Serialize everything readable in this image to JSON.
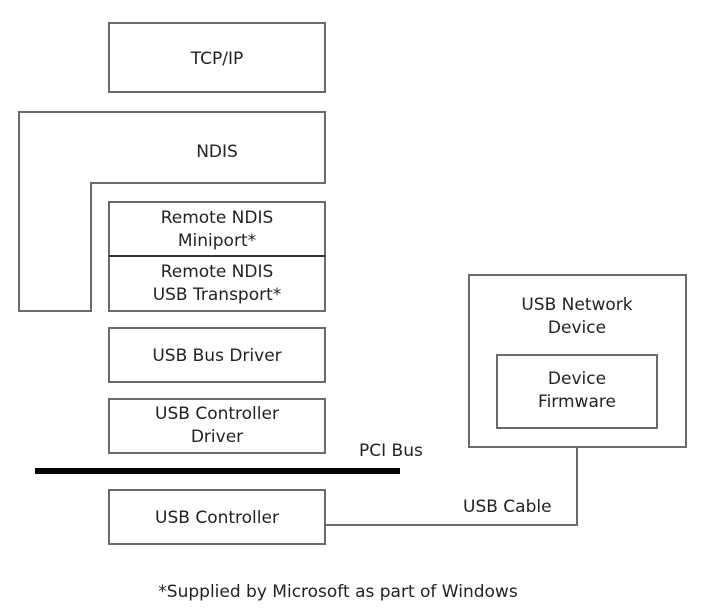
{
  "diagram": {
    "tcpip": "TCP/IP",
    "ndis": "NDIS",
    "rndis_miniport": [
      "Remote NDIS",
      "Miniport*"
    ],
    "rndis_usb_transport": [
      "Remote NDIS",
      "USB Transport*"
    ],
    "usb_bus_driver": "USB Bus Driver",
    "usb_controller_driver": [
      "USB Controller",
      "Driver"
    ],
    "pci_bus": "PCI Bus",
    "usb_controller": "USB Controller",
    "usb_network_device": [
      "USB Network",
      "Device"
    ],
    "device_firmware": [
      "Device",
      "Firmware"
    ],
    "usb_cable": "USB Cable",
    "footnote": "*Supplied by Microsoft as part of Windows"
  }
}
